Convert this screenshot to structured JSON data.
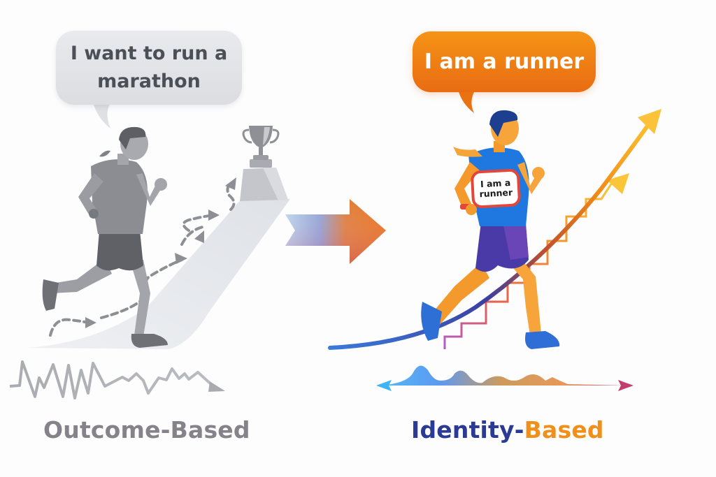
{
  "left_panel": {
    "speech_bubble": {
      "line1": "I want to run a",
      "line2": "marathon"
    },
    "caption": "Outcome-Based",
    "icons": [
      "gray-runner",
      "trophy-on-pedestal",
      "dashed-winding-path-arrows",
      "erratic-zigzag-line"
    ]
  },
  "right_panel": {
    "speech_bubble": "I am a runner",
    "bib": {
      "line1": "I am a",
      "line2": "runner"
    },
    "caption": {
      "part1": "Identity-",
      "part2": "Based"
    },
    "icons": [
      "colorful-runner",
      "rising-curve-arrow",
      "step-arrow",
      "smooth-wave-double-arrow"
    ]
  },
  "center": {
    "icon": "gradient-right-arrow"
  },
  "colors": {
    "outcome_gray": "#85828a",
    "bubble_gray": "#dedfe3",
    "identity_navy": "#2b3a93",
    "identity_orange": "#f0901a",
    "bubble_orange": "#ee7d14",
    "shirt_blue": "#1f78e0",
    "shorts_purple": "#4a3aa8",
    "skin_orange": "#f49a2c",
    "bib_border": "#e2473a"
  }
}
